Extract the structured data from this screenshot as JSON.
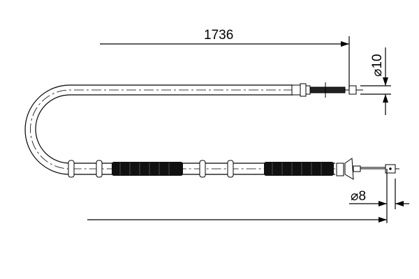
{
  "drawing": {
    "dimensions": {
      "length_top": "1736",
      "diameter_top": "⌀10",
      "diameter_bottom": "⌀8"
    },
    "colors": {
      "line": "#000000",
      "background": "#ffffff"
    }
  }
}
